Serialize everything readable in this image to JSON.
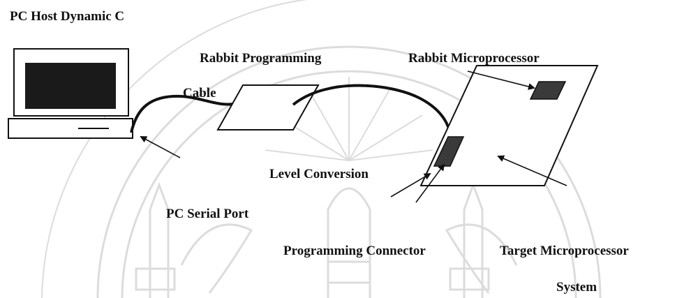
{
  "labels": {
    "pc_host": "PC Host Dynamic C",
    "programming_top": "Rabbit  Programming",
    "cable": "Cable",
    "microprocessor": "Rabbit  Microprocessor",
    "level_conversion": "Level  Conversion",
    "serial_port": "PC Serial  Port",
    "connector": "Programming  Connector",
    "target": "Target  Microprocessor",
    "system": "System"
  },
  "colors": {
    "ink": "#111111",
    "screen": "#1a1a1a",
    "watermark": "#dcdcdc",
    "chip": "#3a3a3a"
  },
  "icons": {
    "computer": "desktop-computer-icon",
    "adapter": "programming-adapter-icon",
    "board": "target-board-icon",
    "chip": "microprocessor-chip-icon",
    "watermark": "university-seal-watermark"
  }
}
